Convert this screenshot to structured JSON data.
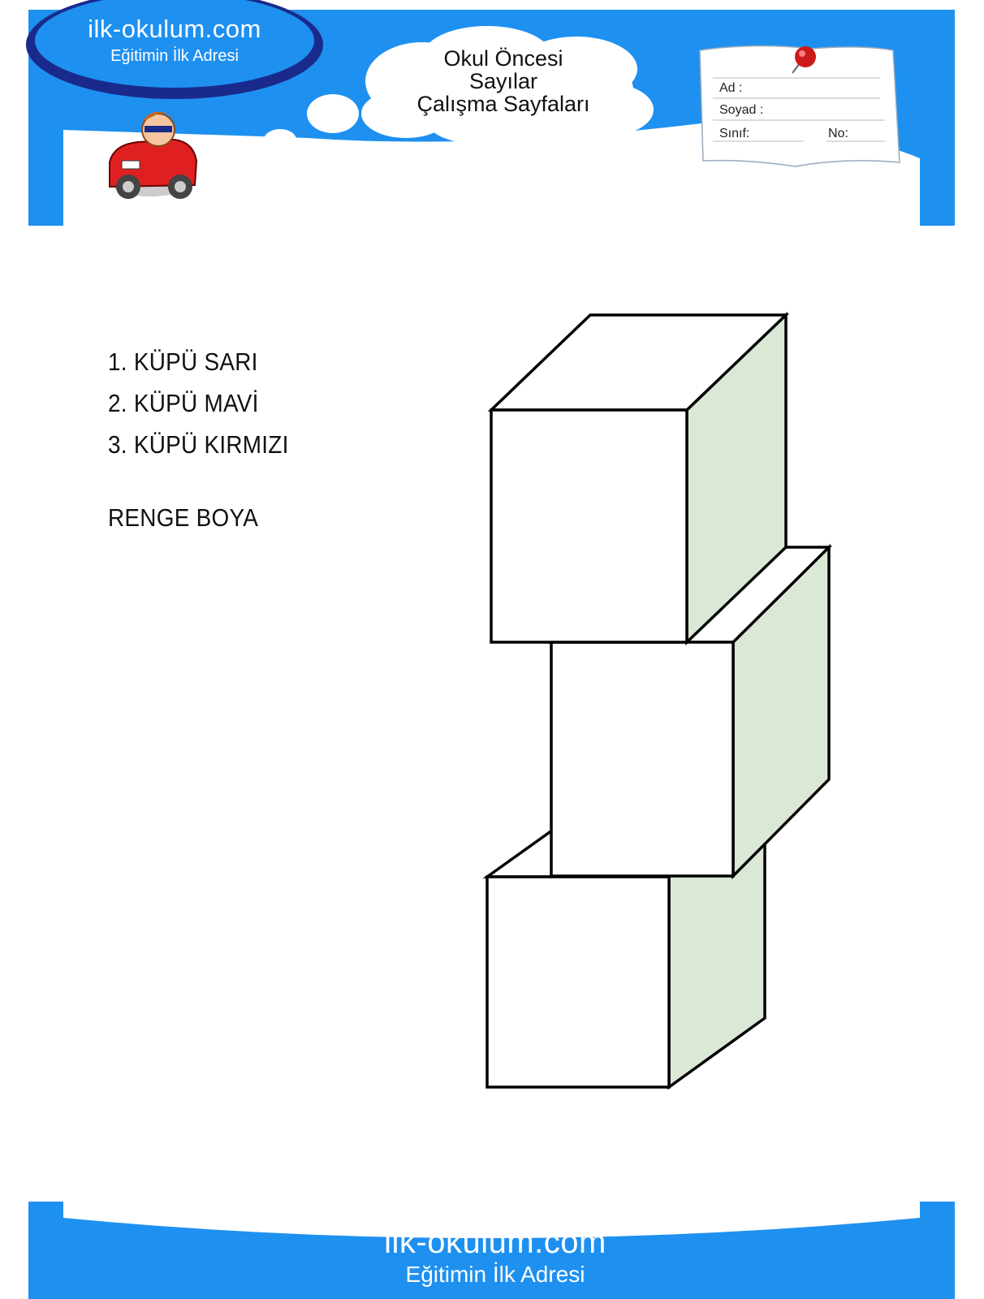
{
  "header": {
    "site": "ilk-okulum.com",
    "slogan": "Eğitimin İlk Adresi",
    "title_lines": [
      "Okul Öncesi",
      "Sayılar",
      "Çalışma Sayfaları"
    ],
    "form": {
      "name_label": "Ad :",
      "surname_label": "Soyad :",
      "class_label": "Sınıf:",
      "number_label": "No:"
    }
  },
  "instructions": {
    "items": [
      "1. KÜPÜ SARI",
      "2. KÜPÜ MAVİ",
      "3. KÜPÜ KIRMIZI"
    ],
    "action": "RENGE BOYA"
  },
  "footer": {
    "site": "ilk-okulum.com",
    "slogan": "Eğitimin İlk Adresi"
  },
  "colors": {
    "brand_blue": "#1e90f0",
    "logo_navy": "#1a2a8c",
    "cube_side": "#dbe8d6"
  }
}
